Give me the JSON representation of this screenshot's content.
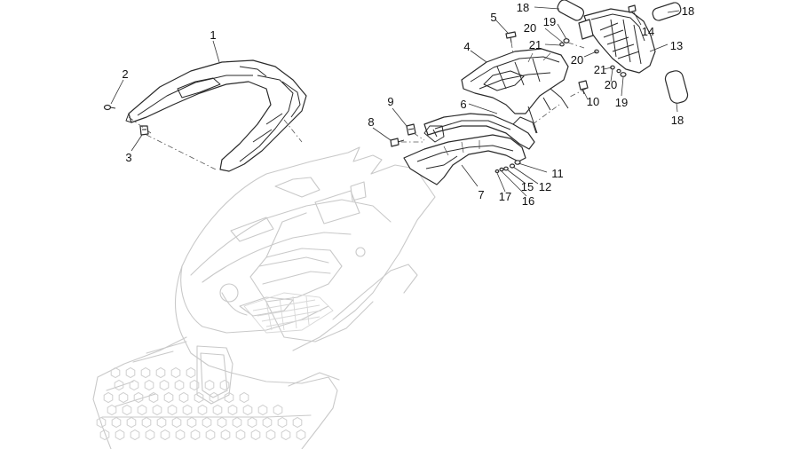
{
  "labels": [
    {
      "text": "1"
    },
    {
      "text": "2"
    },
    {
      "text": "3"
    },
    {
      "text": "4"
    },
    {
      "text": "5"
    },
    {
      "text": "6"
    },
    {
      "text": "7"
    },
    {
      "text": "8"
    },
    {
      "text": "9"
    },
    {
      "text": "10"
    },
    {
      "text": "11"
    },
    {
      "text": "12"
    },
    {
      "text": "13"
    },
    {
      "text": "14"
    },
    {
      "text": "15"
    },
    {
      "text": "16"
    },
    {
      "text": "17"
    },
    {
      "text": "18"
    },
    {
      "text": "18"
    },
    {
      "text": "18"
    },
    {
      "text": "19"
    },
    {
      "text": "19"
    },
    {
      "text": "20"
    },
    {
      "text": "20"
    },
    {
      "text": "20"
    },
    {
      "text": "21"
    },
    {
      "text": "21"
    }
  ]
}
